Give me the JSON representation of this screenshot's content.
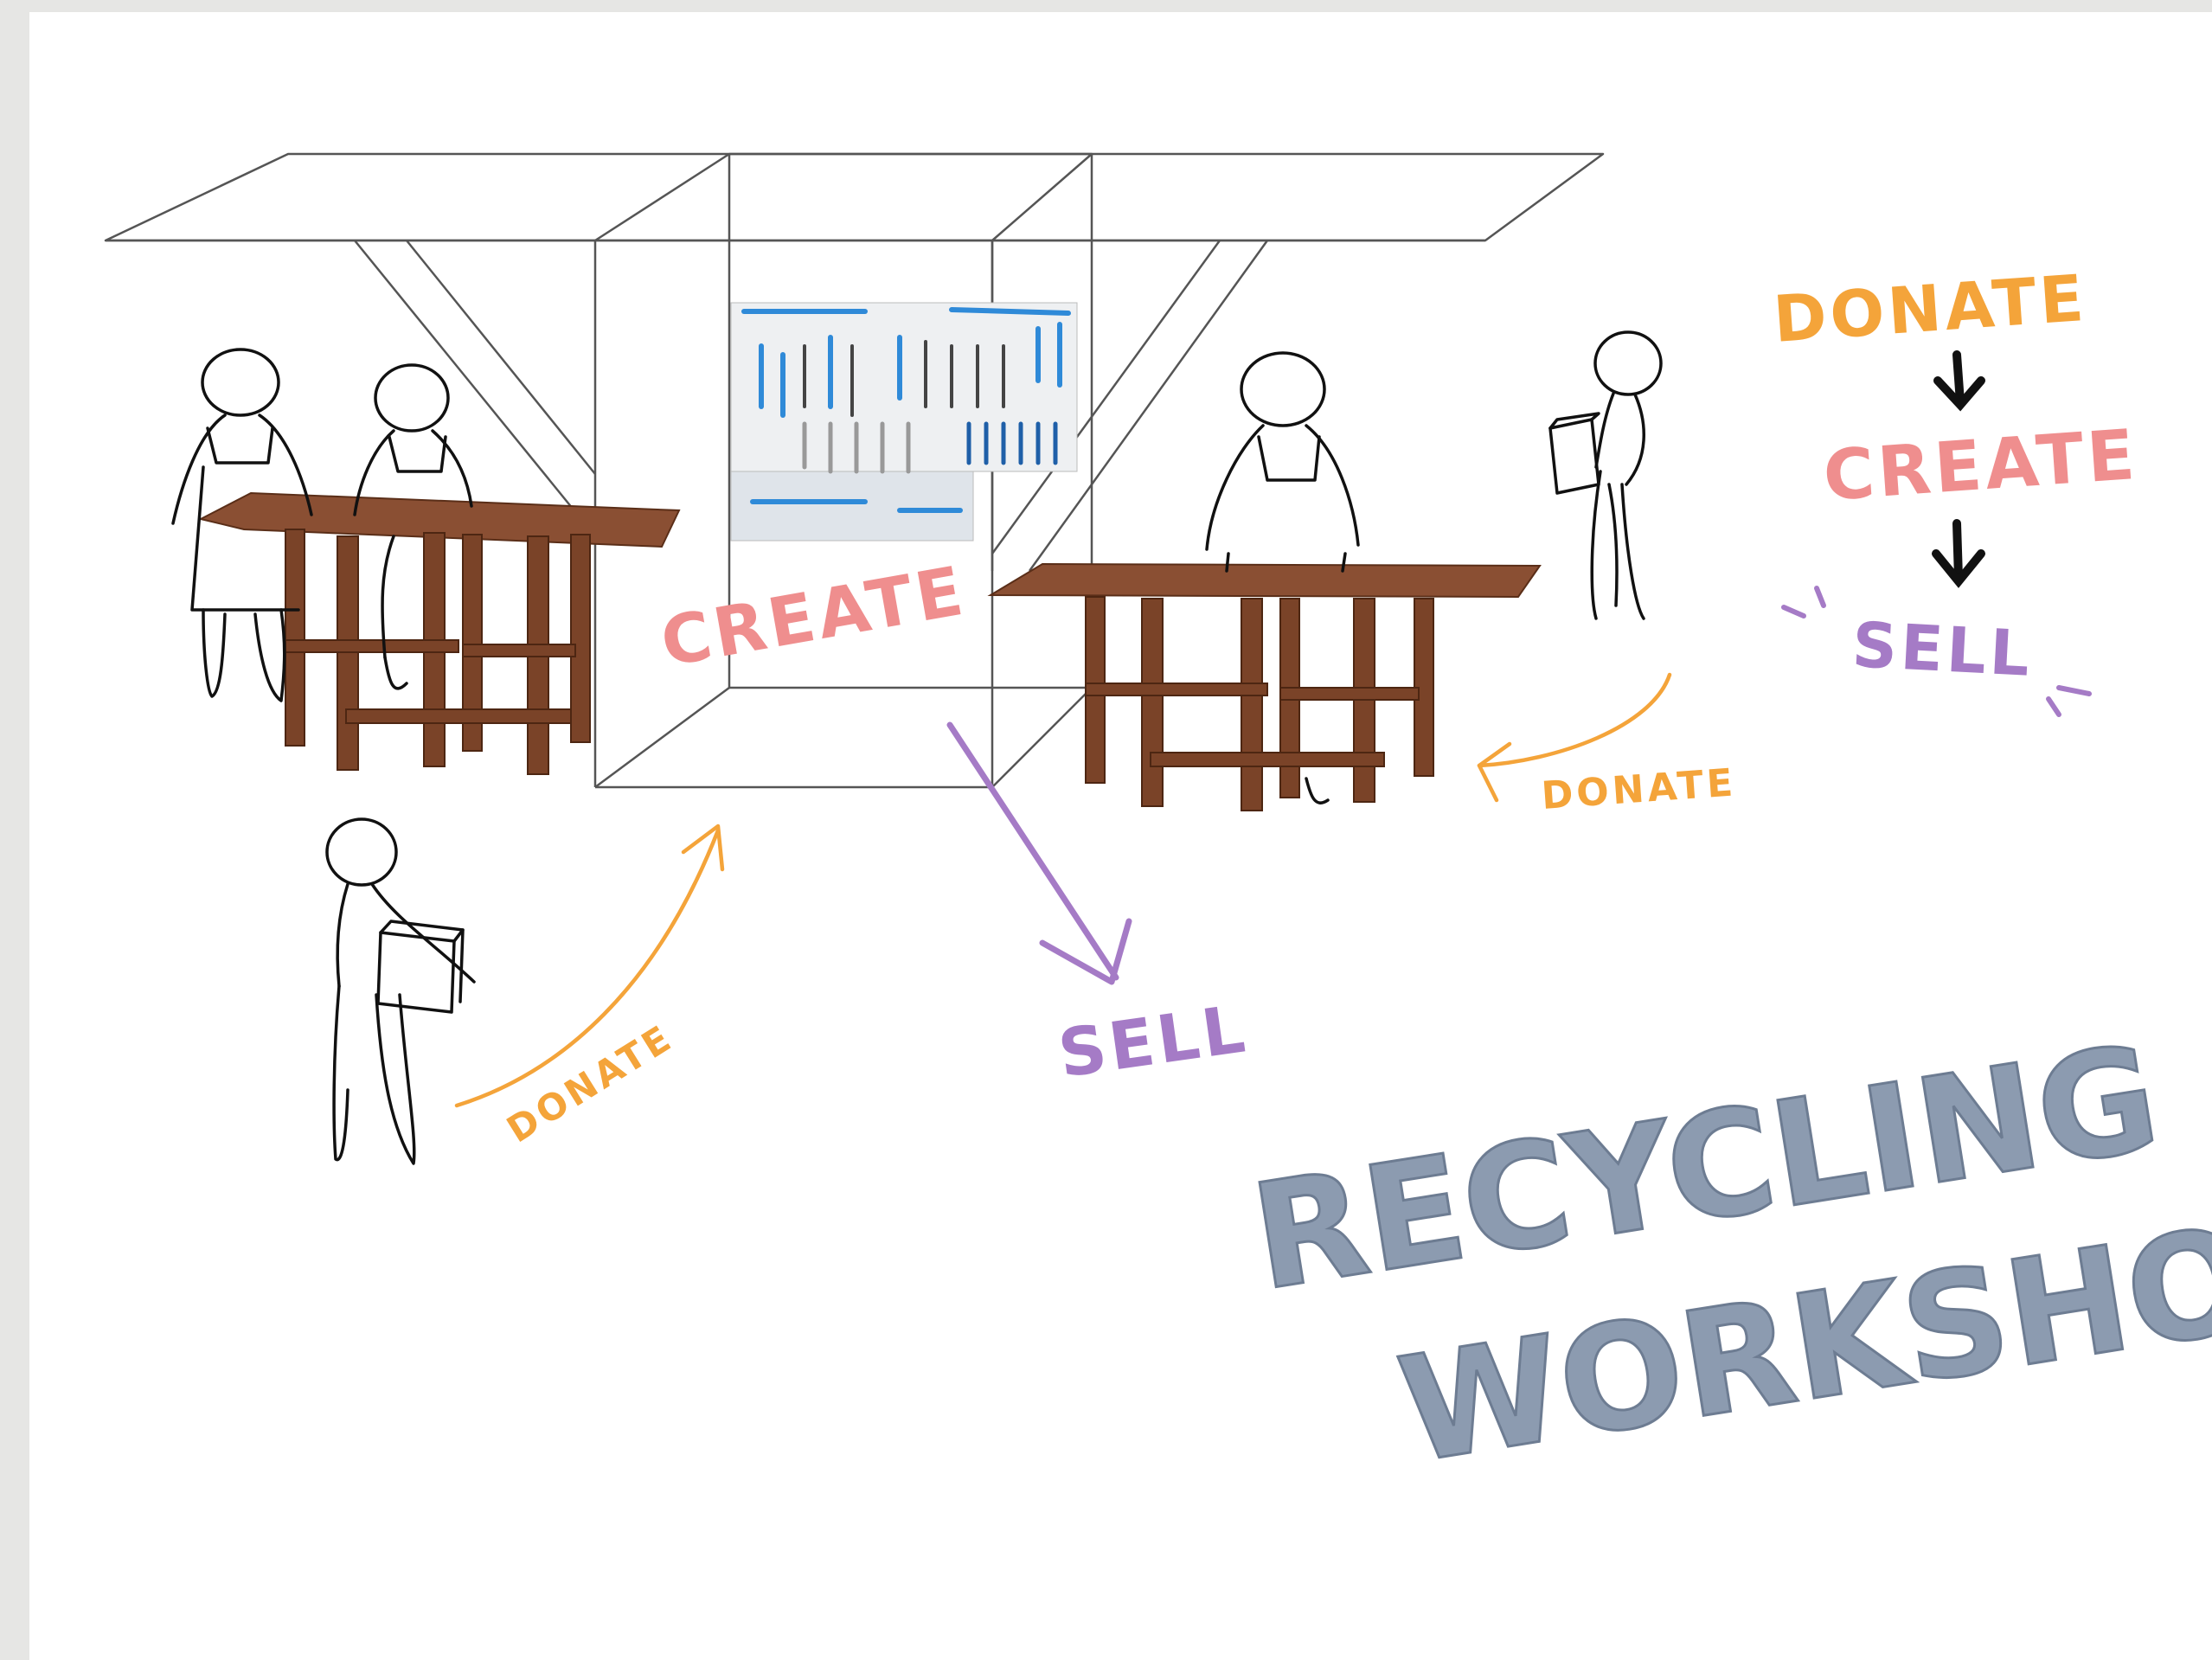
{
  "canvas": {
    "page_color": "#ffffff",
    "margin_color": "#e6e6e4"
  },
  "colors": {
    "donate": "#f4a43a",
    "create": "#ef8e8e",
    "sell": "#a57bc6",
    "title": "#8c9bb0",
    "ink": "#111111",
    "wood": "#8a4f33",
    "wood_dark": "#6a3820",
    "tool_blue": "#2f8ad8"
  },
  "labels": {
    "create_center": "CREATE",
    "donate_lower": "DONATE",
    "donate_right": "DONATE",
    "sell_center": "SELL"
  },
  "legend": {
    "step1": "DONATE",
    "step2": "CREATE",
    "step3": "SELL",
    "arrow_icon": "arrow-down-icon"
  },
  "title": {
    "line1": "RECYCLING",
    "line2": "WORKSHOP"
  },
  "icons": {
    "person": "stick-figure-icon",
    "box": "box-icon",
    "table": "wooden-table-icon",
    "pegboard": "tool-pegboard-icon"
  }
}
